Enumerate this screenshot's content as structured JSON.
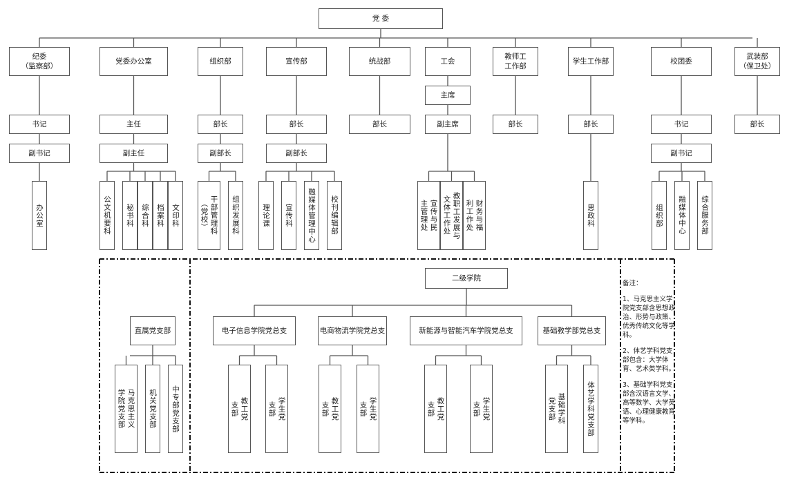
{
  "root": "党 委",
  "departments": [
    {
      "id": "jiwei",
      "name": "纪委\n（监察部）",
      "roles": [
        "书记",
        "副书记"
      ],
      "units": [
        "办公室"
      ]
    },
    {
      "id": "dangban",
      "name": "党委办公室",
      "roles": [
        "主任",
        "副主任"
      ],
      "units": [
        "公文机要科",
        "秘书科",
        "综合科",
        "档案科",
        "文印科"
      ]
    },
    {
      "id": "zuzhi",
      "name": "组织部",
      "roles": [
        "部长",
        "副部长"
      ],
      "units": [
        "干部管理科（党校）",
        "组织发展科"
      ]
    },
    {
      "id": "xuanchuan",
      "name": "宣传部",
      "roles": [
        "部长",
        "副部长"
      ],
      "units": [
        "理论课",
        "宣传科",
        "融媒体管理中心",
        "校刊编辑部"
      ]
    },
    {
      "id": "tongzhan",
      "name": "统战部",
      "roles": [
        "部长"
      ],
      "units": []
    },
    {
      "id": "gonghui",
      "name": "工会",
      "roles": [
        "主席",
        "副主席"
      ],
      "units": [
        "宣传与民主管理处",
        "教职工发展与文体工作处",
        "财务与福利工作处"
      ]
    },
    {
      "id": "jiaoshi",
      "name": "教师工\n工作部",
      "roles": [
        "部长"
      ],
      "units": []
    },
    {
      "id": "xuesheng",
      "name": "学生工作部",
      "roles": [
        "部长"
      ],
      "units": [
        "思政科"
      ]
    },
    {
      "id": "tuanwei",
      "name": "校团委",
      "roles": [
        "书记",
        "副书记"
      ],
      "units": [
        "组织部",
        "融媒体中心",
        "综合服务部"
      ]
    },
    {
      "id": "wuzhuang",
      "name": "武装部\n（保卫处）",
      "roles": [
        "部长"
      ],
      "units": []
    }
  ],
  "direct_branch": {
    "name": "直属党支部",
    "units": [
      "马克思主义学院党支部",
      "机关党支部",
      "中专部党支部"
    ]
  },
  "colleges": {
    "name": "二级学院",
    "branches": [
      {
        "name": "电子信息学院党总支",
        "units": [
          "教工党支部",
          "学生党支部"
        ]
      },
      {
        "name": "电商物流学院党总支",
        "units": [
          "教工党支部",
          "学生党支部"
        ]
      },
      {
        "name": "新能源与智能汽车学院党总支",
        "units": [
          "教工党支部",
          "学生党支部"
        ]
      },
      {
        "name": "基础教学部党总支",
        "units": [
          "基础学科党支部",
          "体艺学科党支部"
        ]
      }
    ]
  },
  "notes": {
    "title": "备注：",
    "items": [
      "1、马克思主义学院党支部含思想政治、形势与政策、优秀传统文化等学科。",
      "2、体艺学科党支部包含：大学体育、艺术类学科。",
      "3、基础学科党支部含汉语言文学、高等数学、大学英语、心理健康教育等学科。"
    ]
  }
}
